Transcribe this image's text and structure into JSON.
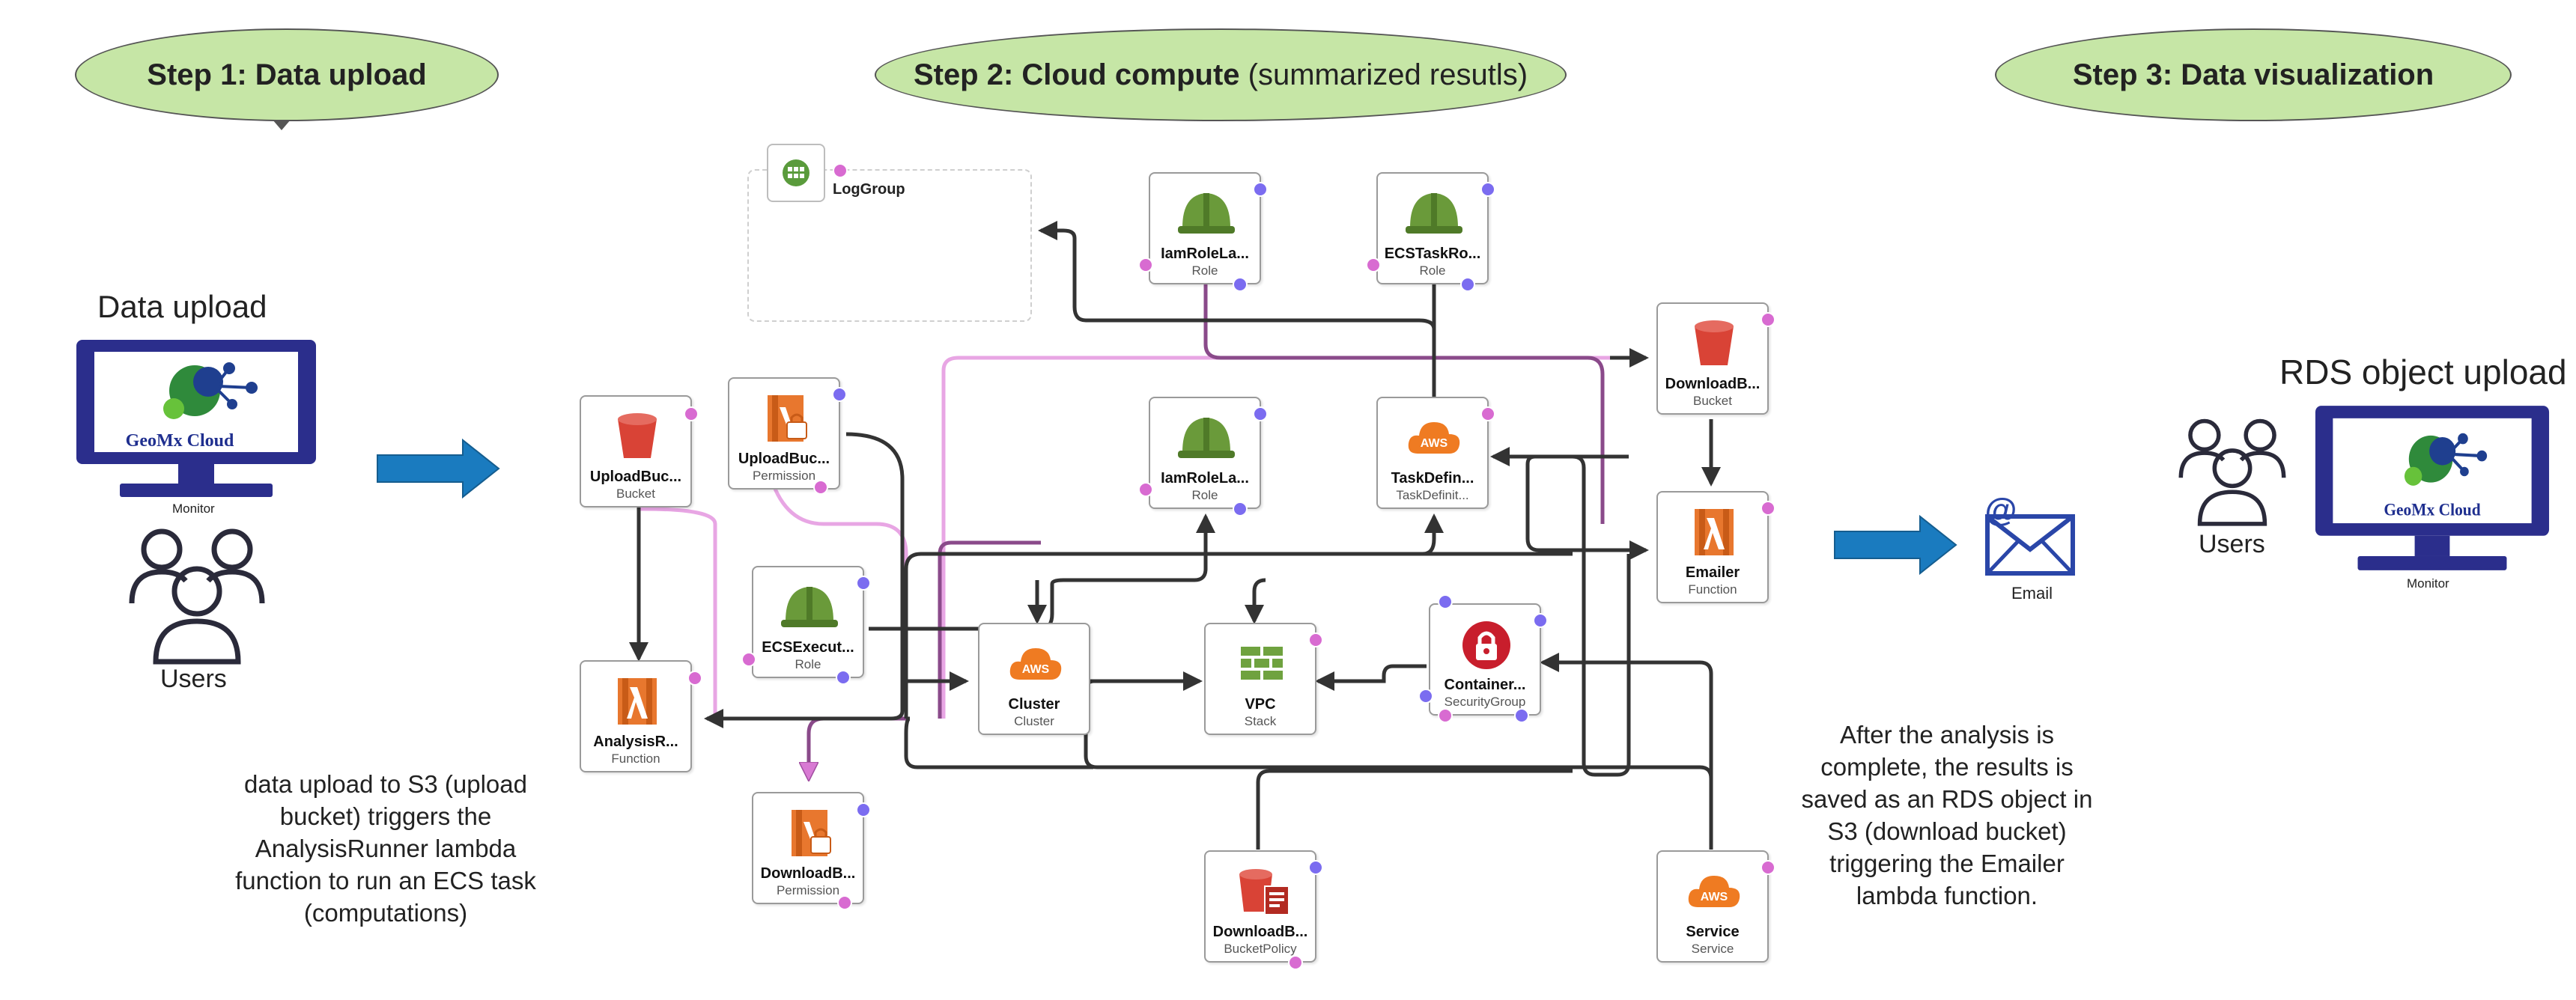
{
  "steps": {
    "step1": {
      "title": "Step 1: Data upload"
    },
    "step2": {
      "title": "Step 2: Cloud compute",
      "suffix": "(summarized resutls)"
    },
    "step3": {
      "title": "Step 3: Data visualization"
    }
  },
  "left": {
    "heading": "Data upload",
    "screen_brand": "GeoMx Cloud",
    "monitor_label": "Monitor",
    "users_label": "Users",
    "description": [
      "data upload to S3 (upload",
      "bucket) triggers the",
      "AnalysisRunner lambda",
      "function to run an ECS task",
      "(computations)"
    ]
  },
  "right": {
    "heading": "RDS object upload",
    "screen_brand": "GeoMx Cloud",
    "monitor_label": "Monitor",
    "users_label": "Users",
    "email_label": "Email",
    "description": [
      "After the analysis is",
      "complete, the results is",
      "saved as an RDS object in",
      "S3 (download bucket)",
      "triggering the Emailer",
      "lambda function."
    ]
  },
  "loggroup": {
    "name": "LogGroup"
  },
  "nodes": {
    "upload_bucket": {
      "name": "UploadBuc...",
      "type": "Bucket",
      "icon": "s3-bucket-icon"
    },
    "upload_permission": {
      "name": "UploadBuc...",
      "type": "Permission",
      "icon": "lambda-permission-icon"
    },
    "analysis_runner": {
      "name": "AnalysisR...",
      "type": "Function",
      "icon": "lambda-function-icon"
    },
    "ecs_exec_role": {
      "name": "ECSExecut...",
      "type": "Role",
      "icon": "iam-role-icon"
    },
    "download_permission": {
      "name": "DownloadB...",
      "type": "Permission",
      "icon": "lambda-permission-icon"
    },
    "iam_role_top": {
      "name": "IamRoleLa...",
      "type": "Role",
      "icon": "iam-role-icon"
    },
    "ecs_task_role": {
      "name": "ECSTaskRo...",
      "type": "Role",
      "icon": "iam-role-icon"
    },
    "iam_role_mid": {
      "name": "IamRoleLa...",
      "type": "Role",
      "icon": "iam-role-icon"
    },
    "task_def": {
      "name": "TaskDefin...",
      "type": "TaskDefinit...",
      "icon": "aws-ecs-icon"
    },
    "cluster": {
      "name": "Cluster",
      "type": "Cluster",
      "icon": "aws-ecs-icon"
    },
    "vpc": {
      "name": "VPC",
      "type": "Stack",
      "icon": "vpc-stack-icon"
    },
    "container_sg": {
      "name": "Container...",
      "type": "SecurityGroup",
      "icon": "security-group-icon"
    },
    "download_bucket": {
      "name": "DownloadB...",
      "type": "Bucket",
      "icon": "s3-bucket-icon"
    },
    "emailer": {
      "name": "Emailer",
      "type": "Function",
      "icon": "lambda-function-icon"
    },
    "download_policy": {
      "name": "DownloadB...",
      "type": "BucketPolicy",
      "icon": "bucket-policy-icon"
    },
    "service": {
      "name": "Service",
      "type": "Service",
      "icon": "aws-ecs-icon"
    }
  },
  "colors": {
    "step_fill": "#c6e6a6",
    "arrow_blue": "#1a7bbf",
    "monitor_navy": "#2b2e8c",
    "port_pink": "#d86bd1",
    "port_blue": "#7b6cf0",
    "wire_dark": "#333333",
    "wire_purple": "#8a4a8a",
    "wire_pink": "#e8a6e4"
  }
}
